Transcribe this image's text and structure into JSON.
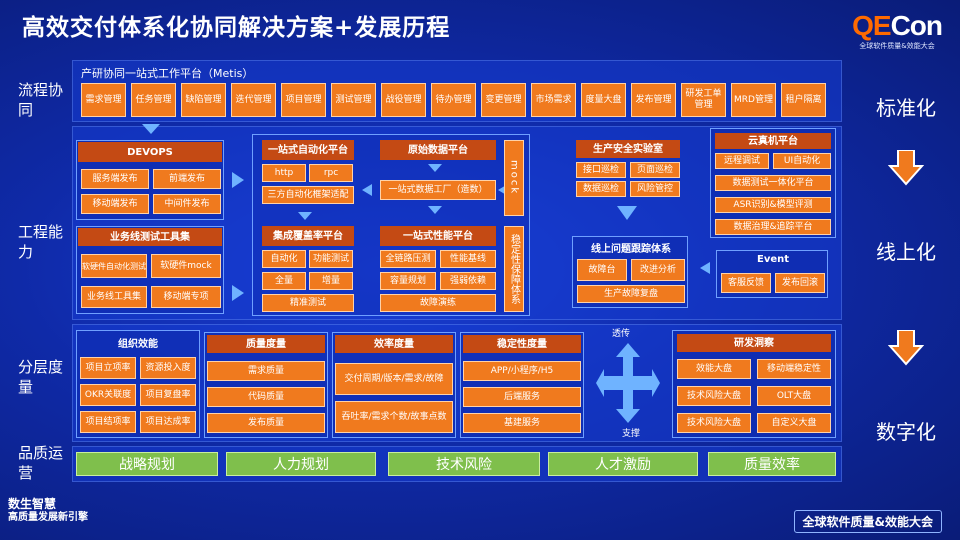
{
  "title": "高效交付体系化协同解决方案+发展历程",
  "logo": {
    "main_left": "QE",
    "main_right": "Con",
    "sub": "全球软件质量&效能大会"
  },
  "row_labels": [
    "流程协同",
    "工程能力",
    "分层度量",
    "品质运营"
  ],
  "platform": {
    "title": "产研协同一站式工作平台（Metis）",
    "items": [
      "需求管理",
      "任务管理",
      "缺陷管理",
      "迭代管理",
      "项目管理",
      "测试管理",
      "战役管理",
      "待办管理",
      "变更管理",
      "市场需求",
      "度量大盘",
      "发布管理",
      "研发工单管理",
      "MRD管理",
      "租户隔离"
    ]
  },
  "devops": {
    "header": "DEVOPS",
    "items": [
      "服务端发布",
      "前端发布",
      "移动端发布",
      "中间件发布"
    ],
    "tools_header": "业务线测试工具集",
    "tools": [
      "软硬件自动化测试",
      "软硬件mock",
      "业务线工具集",
      "移动端专项"
    ]
  },
  "auto": {
    "header": "一站式自动化平台",
    "items": [
      "http",
      "rpc",
      "三方自动化框架适配"
    ]
  },
  "data_platform": {
    "header": "原始数据平台",
    "item": "一站式数据工厂（造数）"
  },
  "mock": "mock",
  "coverage": {
    "header": "集成覆盖率平台",
    "items": [
      "自动化",
      "功能测试",
      "全量",
      "增量",
      "精准测试"
    ]
  },
  "perf": {
    "header": "一站式性能平台",
    "items": [
      "全链路压测",
      "性能基线",
      "容量规划",
      "强弱依赖",
      "故障演练"
    ]
  },
  "stability": "稳定性保障体系",
  "safety": {
    "header": "生产安全实验室",
    "items": [
      "接口巡检",
      "页面巡检",
      "数据巡检",
      "风险管控"
    ]
  },
  "cloud": {
    "header": "云真机平台",
    "items": [
      "远程调试",
      "UI自动化",
      "数据测试一体化平台",
      "ASR识别&模型评测",
      "数据治理&追踪平台"
    ]
  },
  "online": {
    "header": "线上问题跟踪体系",
    "items": [
      "故障台",
      "改进分析",
      "生产故障复盘"
    ]
  },
  "event": {
    "header": "Event",
    "items": [
      "客服反馈",
      "发布回滚"
    ]
  },
  "metrics": {
    "org": {
      "header": "组织效能",
      "items": [
        "项目立项率",
        "资源投入度",
        "OKR关联度",
        "项目复盘率",
        "项目结项率",
        "项目达成率"
      ]
    },
    "quality": {
      "header": "质量度量",
      "items": [
        "需求质量",
        "代码质量",
        "发布质量"
      ]
    },
    "efficiency": {
      "header": "效率度量",
      "items": [
        "交付周期/版本/需求/故障",
        "吞吐率/需求个数/故事点数"
      ]
    },
    "stable": {
      "header": "稳定性度量",
      "items": [
        "APP/小程序/H5",
        "后端服务",
        "基建服务"
      ]
    },
    "cross": {
      "top": "透传",
      "bottom": "支撑"
    },
    "insight": {
      "header": "研发洞察",
      "items": [
        "效能大盘",
        "移动端稳定性",
        "技术风险大盘",
        "OLT大盘",
        "技术风险大盘",
        "自定义大盘"
      ]
    }
  },
  "ops": [
    "战略规划",
    "人力规划",
    "技术风险",
    "人才激励",
    "质量效率"
  ],
  "stages": [
    "标准化",
    "线上化",
    "数字化"
  ],
  "footer": {
    "left_line1": "数生智慧",
    "left_line2": "高质量发展新引擎",
    "right": "全球软件质量&效能大会"
  },
  "colors": {
    "orange": "#f07a1e",
    "dark_orange": "#c44a14",
    "green": "#7fbf4c",
    "blue_bg": "#1a3fd6"
  }
}
